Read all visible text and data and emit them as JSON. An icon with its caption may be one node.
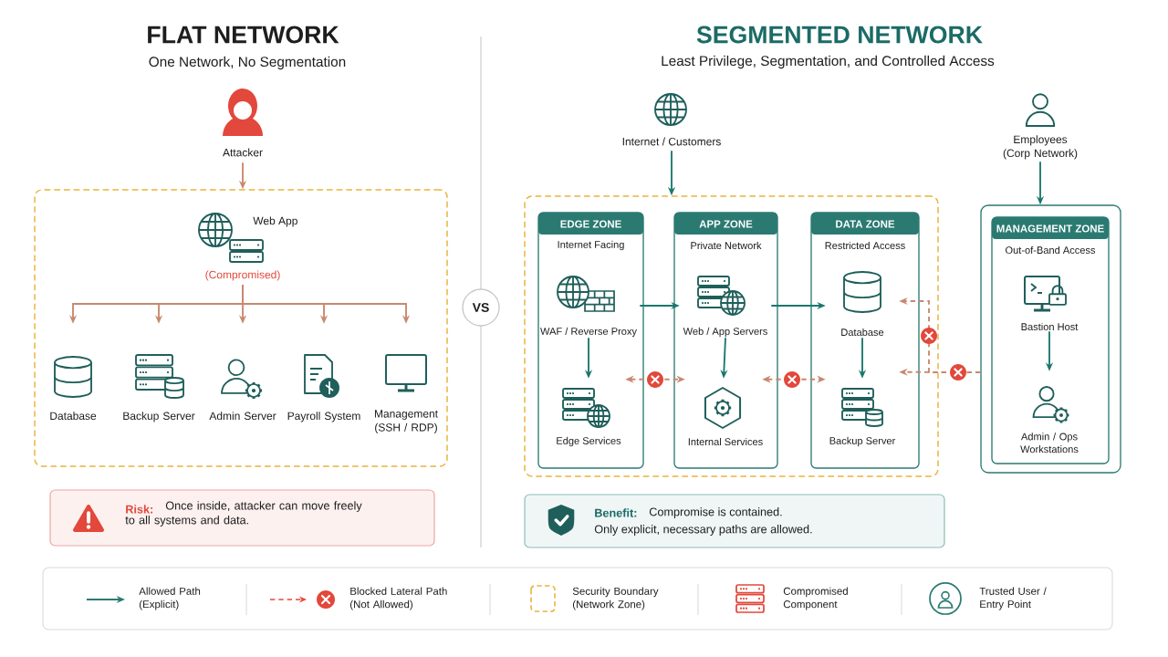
{
  "diagram": {
    "nodes": [
      {
        "text": [
          "Attacker"
        ]
      },
      {
        "text": [],
        "shape": "box"
      },
      {
        "text": [
          "Web App",
          "(Compromised)"
        ],
        "in": 1
      },
      {
        "text": [
          "Database"
        ],
        "in": 1
      },
      {
        "text": [
          "Backup Server"
        ],
        "in": 1
      },
      {
        "text": [
          "Admin Server"
        ],
        "in": 1
      },
      {
        "text": [
          "Payroll System"
        ],
        "in": 1
      },
      {
        "text": [
          "Management (SSH / RDP)"
        ],
        "in": 1
      },
      {
        "text": [
          "Risk:",
          "Once inside, attacker can move freely to all systems and data."
        ]
      },
      {
        "text": [
          "VS"
        ]
      },
      {
        "text": [
          "Internet / Customers"
        ]
      },
      {
        "text": [
          "Employees (Corp Network)"
        ]
      },
      {
        "text": [],
        "shape": "box"
      },
      {
        "text": [
          "EDGE ZONE",
          "Internet Facing"
        ],
        "in": 12
      },
      {
        "text": [
          "WAF / Reverse Proxy"
        ],
        "in": 13
      },
      {
        "text": [
          "Edge Services"
        ],
        "in": 13
      },
      {
        "text": [
          "APP ZONE",
          "Private Network"
        ],
        "in": 12
      },
      {
        "text": [
          "Web / App Servers"
        ],
        "in": 16
      },
      {
        "text": [
          "Internal Services"
        ],
        "in": 16
      },
      {
        "text": [
          "DATA ZONE",
          "Restricted Access"
        ],
        "in": 12
      },
      {
        "text": [
          "Database"
        ],
        "in": 19
      },
      {
        "text": [
          "Backup Server"
        ],
        "in": 19
      },
      {
        "text": [],
        "shape": "box"
      },
      {
        "text": [
          "MANAGEMENT ZONE",
          "Out-of-Band Access"
        ],
        "in": 22
      },
      {
        "text": [
          "Bastion Host"
        ],
        "in": 23
      },
      {
        "text": [
          "Admin / Ops Workstations"
        ],
        "in": 23
      },
      {
        "text": [
          "Benefit:",
          "Compromise is contained.",
          "Only explicit, necessary paths are allowed."
        ]
      }
    ],
    "edges": [
      {
        "from": 0,
        "to": 1,
        "arrow": "to"
      },
      {
        "from": 2,
        "to": 3,
        "arrow": "to"
      },
      {
        "from": 2,
        "to": 4,
        "arrow": "to"
      },
      {
        "from": 2,
        "to": 5,
        "arrow": "to"
      },
      {
        "from": 2,
        "to": 6,
        "arrow": "to"
      },
      {
        "from": 2,
        "to": 7,
        "arrow": "to"
      },
      {
        "from": 10,
        "to": 12,
        "arrow": "to",
        "color": "#1f6e66"
      },
      {
        "from": 11,
        "to": 22,
        "arrow": "to",
        "color": "#1f6e66"
      },
      {
        "from": 14,
        "to": 15,
        "arrow": "to",
        "color": "#1f6e66"
      },
      {
        "from": 14,
        "to": 17,
        "arrow": "to",
        "color": "#1f6e66"
      },
      {
        "from": 17,
        "to": 18,
        "arrow": "to",
        "color": "#1f6e66"
      },
      {
        "from": 17,
        "to": 20,
        "arrow": "to",
        "color": "#1f6e66"
      },
      {
        "from": 20,
        "to": 21,
        "arrow": "to",
        "color": "#1f6e66"
      },
      {
        "from": 24,
        "to": 25,
        "arrow": "to",
        "color": "#1f6e66"
      },
      {
        "from": 15,
        "to": 18,
        "arrow": "both",
        "style": "dashed"
      },
      {
        "from": 18,
        "to": 21,
        "arrow": "both",
        "style": "dashed"
      },
      {
        "from": 22,
        "to": 20,
        "arrow": "to",
        "style": "dashed"
      },
      {
        "from": 22,
        "to": 21,
        "arrow": "to",
        "style": "dashed"
      }
    ],
    "labels": [
      "FLAT NETWORK",
      "One Network, No Segmentation",
      "SEGMENTED NETWORK",
      "Least Privilege, Segmentation, and Controlled Access"
    ],
    "legend": [
      {
        "text": "Allowed Path (Explicit)"
      },
      {
        "text": "Blocked Lateral Path (Not Allowed)"
      },
      {
        "text": "Security Boundary (Network Zone)"
      },
      {
        "text": "Compromised Component"
      },
      {
        "text": "Trusted User / Entry Point"
      }
    ]
  }
}
